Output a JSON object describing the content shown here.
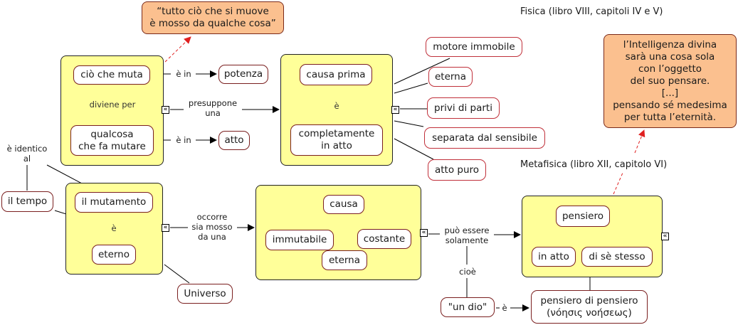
{
  "captions": {
    "fisica": "Fisica (libro VIII, capitoli IV e V)",
    "metafisica": "Metafisica (libro XII, capitolo VI)"
  },
  "callouts": {
    "quote_motion": "“tutto ciò che si muove\nè mosso da qualche cosa”",
    "quote_intelligence": "l’Intelligenza divina\nsarà una cosa sola\ncon l’oggetto\ndel suo pensare.\n[...]\npensando sé medesima\nper tutta l’eternità."
  },
  "nodes": {
    "cio_che_muta": "ciò che muta",
    "qualcosa": "qualcosa\nche fa mutare",
    "potenza": "potenza",
    "atto": "atto",
    "causa_prima": "causa prima",
    "completamente_in_atto": "completamente\nin atto",
    "motore_immobile": "motore immobile",
    "eterna_top": "eterna",
    "privi_di_parti": "privi di parti",
    "separata": "separata dal sensibile",
    "atto_puro": "atto puro",
    "il_tempo": "il tempo",
    "il_mutamento": "il mutamento",
    "eterno": "eterno",
    "universo": "Universo",
    "causa": "causa",
    "immutabile": "immutabile",
    "eterna_mid": "eterna",
    "costante": "costante",
    "pensiero": "pensiero",
    "in_atto": "in atto",
    "di_se_stesso": "di sè stesso",
    "un_dio": "\"un dio\"",
    "pensiero_di_pensiero": "pensiero di pensiero\n(νόησις νοήσεως)"
  },
  "links": {
    "e_in_1": "è in",
    "e_in_2": "è in",
    "diviene_per": "diviene per",
    "presuppone_una": "presuppone\nuna",
    "e_1": "è",
    "e_identico_al": "è identico\nal",
    "e_2": "è",
    "occorre": "occorre\nsia mosso\nda una",
    "puo_essere": "può essere\nsolamente",
    "cioe": "cioè",
    "e_3": "è"
  },
  "expander_glyph": "«",
  "colors": {
    "group_fill": "#ffff99",
    "callout_fill": "#fbc08f",
    "node_border": "#7a1f1f",
    "node_border_alt": "#c0303a",
    "dashed_link": "#e02020"
  }
}
